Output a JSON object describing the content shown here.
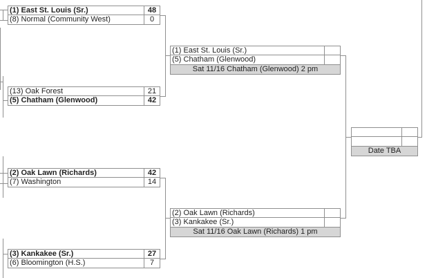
{
  "rounds": {
    "quarterfinals": [
      {
        "teams": [
          {
            "name": "(1) East St. Louis (Sr.)",
            "score": "48",
            "winner": true
          },
          {
            "name": "(8) Normal (Community West)",
            "score": "0",
            "winner": false
          }
        ]
      },
      {
        "teams": [
          {
            "name": "(13) Oak Forest",
            "score": "21",
            "winner": false
          },
          {
            "name": "(5) Chatham (Glenwood)",
            "score": "42",
            "winner": true
          }
        ]
      },
      {
        "teams": [
          {
            "name": "(2) Oak Lawn (Richards)",
            "score": "42",
            "winner": true
          },
          {
            "name": "(7) Washington",
            "score": "14",
            "winner": false
          }
        ]
      },
      {
        "teams": [
          {
            "name": "(3) Kankakee (Sr.)",
            "score": "27",
            "winner": true
          },
          {
            "name": "(6) Bloomington (H.S.)",
            "score": "7",
            "winner": false
          }
        ]
      }
    ],
    "semifinals": [
      {
        "teams": [
          {
            "name": "(1) East St. Louis (Sr.)",
            "score": ""
          },
          {
            "name": "(5) Chatham (Glenwood)",
            "score": ""
          }
        ],
        "info": "Sat 11/16 Chatham (Glenwood) 2 pm"
      },
      {
        "teams": [
          {
            "name": "(2) Oak Lawn (Richards)",
            "score": ""
          },
          {
            "name": "(3) Kankakee (Sr.)",
            "score": ""
          }
        ],
        "info": "Sat 11/16 Oak Lawn (Richards) 1 pm"
      }
    ],
    "final": {
      "teams": [
        {
          "name": "",
          "score": ""
        },
        {
          "name": "",
          "score": ""
        }
      ],
      "info": "Date TBA"
    }
  }
}
